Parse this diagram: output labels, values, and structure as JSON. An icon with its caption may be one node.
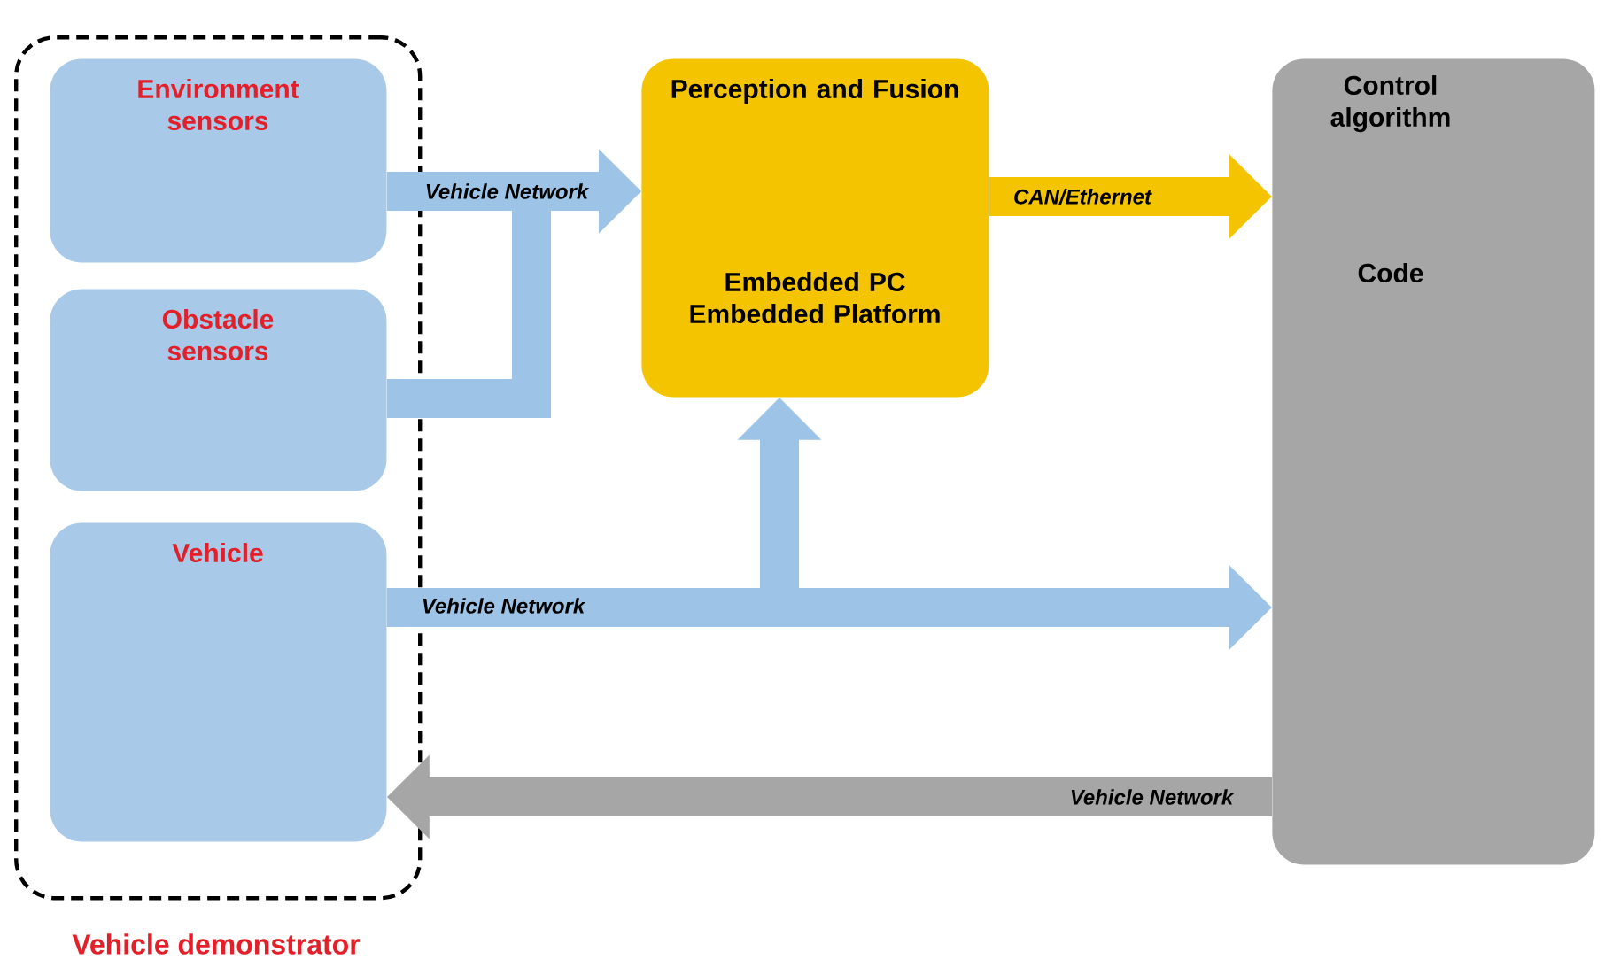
{
  "diagram": {
    "nodes": [
      {
        "text": [
          "Vehicle demonstrator"
        ]
      },
      {
        "text": [
          "Environment sensors"
        ],
        "in": 0
      },
      {
        "text": [
          "Obstacle sensors"
        ],
        "in": 0
      },
      {
        "text": [
          "Vehicle"
        ],
        "in": 0
      },
      {
        "text": [
          "Perception and Fusion",
          "Embedded PC Embedded Platform"
        ]
      },
      {
        "text": [
          "Control algorithm",
          "Code"
        ]
      }
    ],
    "edges": [
      {
        "from": 1,
        "to": 4,
        "arrow": "to",
        "label": "Vehicle Network"
      },
      {
        "from": 2,
        "to": 4,
        "arrow": "to"
      },
      {
        "from": 3,
        "to": 5,
        "arrow": "to",
        "label": "Vehicle Network"
      },
      {
        "from": 3,
        "to": 4,
        "arrow": "to"
      },
      {
        "from": 4,
        "to": 5,
        "arrow": "to",
        "label": "CAN/Ethernet",
        "color": "#f5c400"
      },
      {
        "from": 5,
        "to": 3,
        "arrow": "to",
        "label": "Vehicle Network",
        "color": "#a6a6a6"
      }
    ]
  }
}
